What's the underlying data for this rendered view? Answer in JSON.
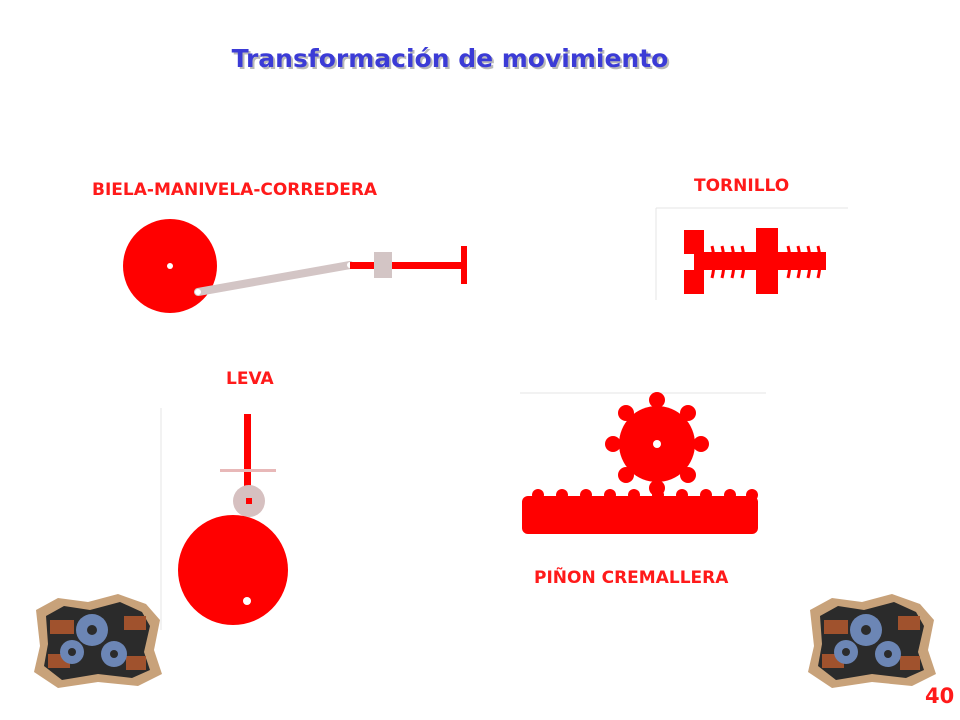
{
  "slide": {
    "title": "Transformación de movimiento",
    "page_number": "40"
  },
  "mechanisms": {
    "biela": {
      "label": "BIELA-MANIVELA-CORREDERA"
    },
    "tornillo": {
      "label": "TORNILLO"
    },
    "leva": {
      "label": "LEVA"
    },
    "pinon": {
      "label": "PIÑON CREMALLERA"
    }
  },
  "colors": {
    "mechanism_red": "#ff0000",
    "link_grey": "#d3c5c5",
    "title_blue": "#3b3bd6",
    "label_red": "#ff1a1a",
    "icon_brick": "#a0522d",
    "icon_gear": "#6c86b5"
  },
  "icons": [
    "gear-wall-icon",
    "gear-wall-icon"
  ]
}
